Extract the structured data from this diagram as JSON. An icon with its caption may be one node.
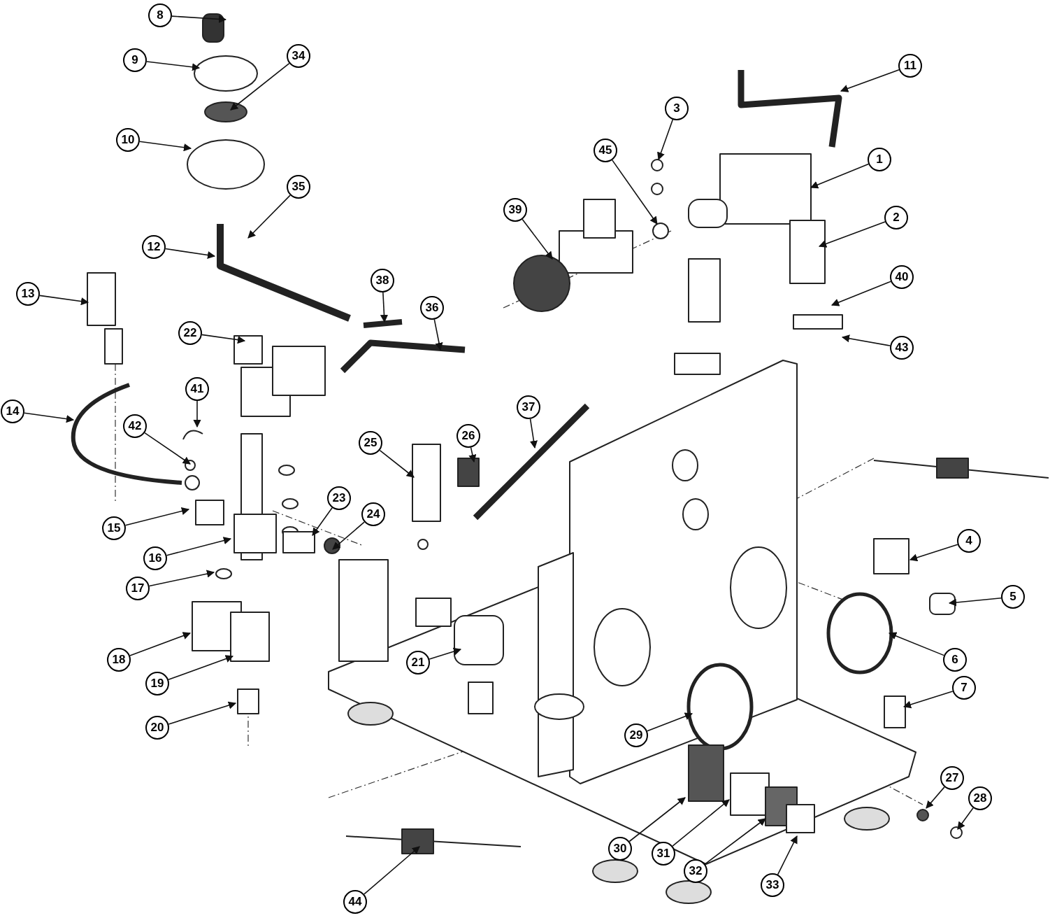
{
  "diagram": {
    "nodes": [
      {
        "text": [
          "8"
        ]
      },
      {
        "text": [
          "34"
        ]
      },
      {
        "text": [
          "9"
        ]
      },
      {
        "text": [
          "11"
        ]
      },
      {
        "text": [
          "3"
        ]
      },
      {
        "text": [
          "10"
        ]
      },
      {
        "text": [
          "45"
        ]
      },
      {
        "text": [
          "1"
        ]
      },
      {
        "text": [
          "35"
        ]
      },
      {
        "text": [
          "39"
        ]
      },
      {
        "text": [
          "2"
        ]
      },
      {
        "text": [
          "12"
        ]
      },
      {
        "text": [
          "40"
        ]
      },
      {
        "text": [
          "38"
        ]
      },
      {
        "text": [
          "13"
        ]
      },
      {
        "text": [
          "36"
        ]
      },
      {
        "text": [
          "22"
        ]
      },
      {
        "text": [
          "43"
        ]
      },
      {
        "text": [
          "41"
        ]
      },
      {
        "text": [
          "14"
        ]
      },
      {
        "text": [
          "37"
        ]
      },
      {
        "text": [
          "42"
        ]
      },
      {
        "text": [
          "26"
        ]
      },
      {
        "text": [
          "25"
        ]
      },
      {
        "text": [
          "23"
        ]
      },
      {
        "text": [
          "24"
        ]
      },
      {
        "text": [
          "15"
        ]
      },
      {
        "text": [
          "4"
        ]
      },
      {
        "text": [
          "16"
        ]
      },
      {
        "text": [
          "17"
        ]
      },
      {
        "text": [
          "5"
        ]
      },
      {
        "text": [
          "18"
        ]
      },
      {
        "text": [
          "21"
        ]
      },
      {
        "text": [
          "6"
        ]
      },
      {
        "text": [
          "19"
        ]
      },
      {
        "text": [
          "7"
        ]
      },
      {
        "text": [
          "20"
        ]
      },
      {
        "text": [
          "29"
        ]
      },
      {
        "text": [
          "27"
        ]
      },
      {
        "text": [
          "28"
        ]
      },
      {
        "text": [
          "30"
        ]
      },
      {
        "text": [
          "31"
        ]
      },
      {
        "text": [
          "32"
        ]
      },
      {
        "text": [
          "33"
        ]
      },
      {
        "text": [
          "44"
        ]
      }
    ],
    "edges": [
      {
        "from": 0,
        "to": null,
        "arrow": "to"
      },
      {
        "from": 1,
        "to": null,
        "arrow": "to"
      },
      {
        "from": 2,
        "to": null,
        "arrow": "to"
      },
      {
        "from": 3,
        "to": null,
        "arrow": "to"
      },
      {
        "from": 4,
        "to": null,
        "arrow": "to"
      },
      {
        "from": 5,
        "to": null,
        "arrow": "to"
      },
      {
        "from": 6,
        "to": null,
        "arrow": "to"
      },
      {
        "from": 7,
        "to": null,
        "arrow": "to"
      },
      {
        "from": 8,
        "to": null,
        "arrow": "to"
      },
      {
        "from": 9,
        "to": null,
        "arrow": "to"
      },
      {
        "from": 10,
        "to": null,
        "arrow": "to"
      },
      {
        "from": 11,
        "to": null,
        "arrow": "to"
      },
      {
        "from": 12,
        "to": null,
        "arrow": "to"
      },
      {
        "from": 13,
        "to": null,
        "arrow": "to"
      },
      {
        "from": 14,
        "to": null,
        "arrow": "to"
      },
      {
        "from": 15,
        "to": null,
        "arrow": "to"
      },
      {
        "from": 16,
        "to": null,
        "arrow": "to"
      },
      {
        "from": 17,
        "to": null,
        "arrow": "to"
      },
      {
        "from": 18,
        "to": null,
        "arrow": "to"
      },
      {
        "from": 19,
        "to": null,
        "arrow": "to"
      },
      {
        "from": 20,
        "to": null,
        "arrow": "to"
      },
      {
        "from": 21,
        "to": null,
        "arrow": "to"
      },
      {
        "from": 22,
        "to": null,
        "arrow": "to"
      },
      {
        "from": 23,
        "to": null,
        "arrow": "to"
      },
      {
        "from": 24,
        "to": null,
        "arrow": "to"
      },
      {
        "from": 25,
        "to": null,
        "arrow": "to"
      },
      {
        "from": 26,
        "to": null,
        "arrow": "to"
      },
      {
        "from": 27,
        "to": null,
        "arrow": "to"
      },
      {
        "from": 28,
        "to": null,
        "arrow": "to"
      },
      {
        "from": 29,
        "to": null,
        "arrow": "to"
      },
      {
        "from": 30,
        "to": null,
        "arrow": "to"
      },
      {
        "from": 31,
        "to": null,
        "arrow": "to"
      },
      {
        "from": 32,
        "to": null,
        "arrow": "to"
      },
      {
        "from": 33,
        "to": null,
        "arrow": "to"
      },
      {
        "from": 34,
        "to": null,
        "arrow": "to"
      },
      {
        "from": 35,
        "to": null,
        "arrow": "to"
      },
      {
        "from": 36,
        "to": null,
        "arrow": "to"
      },
      {
        "from": 37,
        "to": null,
        "arrow": "to"
      },
      {
        "from": 38,
        "to": null,
        "arrow": "to"
      },
      {
        "from": 39,
        "to": null,
        "arrow": "to"
      },
      {
        "from": 40,
        "to": null,
        "arrow": "to"
      },
      {
        "from": 41,
        "to": null,
        "arrow": "to"
      },
      {
        "from": 42,
        "to": null,
        "arrow": "to"
      },
      {
        "from": 43,
        "to": null,
        "arrow": "to"
      },
      {
        "from": 44,
        "to": null,
        "arrow": "to"
      }
    ]
  }
}
